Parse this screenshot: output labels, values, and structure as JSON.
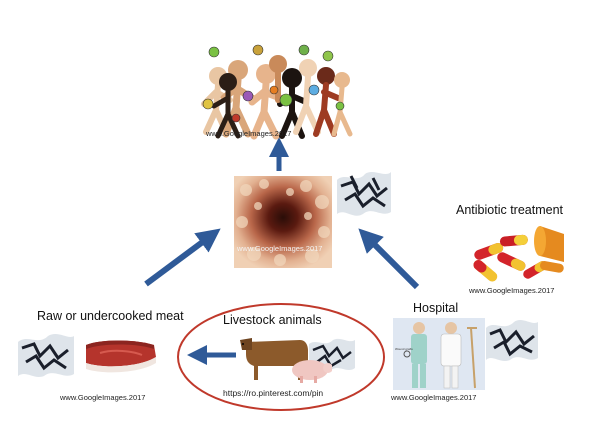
{
  "diagram": {
    "nodes": {
      "crowd": {
        "credit": "www.GoogleImages.2017"
      },
      "gut": {
        "credit": "www.GoogleImages.2017"
      },
      "antibiotic": {
        "label": "Antibiotic treatment",
        "credit": "www.GoogleImages.2017"
      },
      "meat": {
        "label": "Raw or undercooked meat",
        "credit": "www.GoogleImages.2017"
      },
      "livestock": {
        "label": "Livestock animals",
        "credit": "https://ro.pinterest.com/pin"
      },
      "hospital": {
        "label": "Hospital",
        "credit": "www.GoogleImages.2017"
      }
    }
  },
  "colors": {
    "arrow": "#2f5a98",
    "ellipse": "#c0392b",
    "meat": "#b5342c",
    "cow": "#8c5a2b",
    "pig": "#f0c7c2"
  },
  "icons": [
    "crowd-image",
    "colon-endoscopy-image",
    "bacteria-icon",
    "pills-image",
    "meat-icon",
    "cow-icon",
    "pig-icon",
    "doctor-icon",
    "patient-icon",
    "crutch-icon"
  ]
}
